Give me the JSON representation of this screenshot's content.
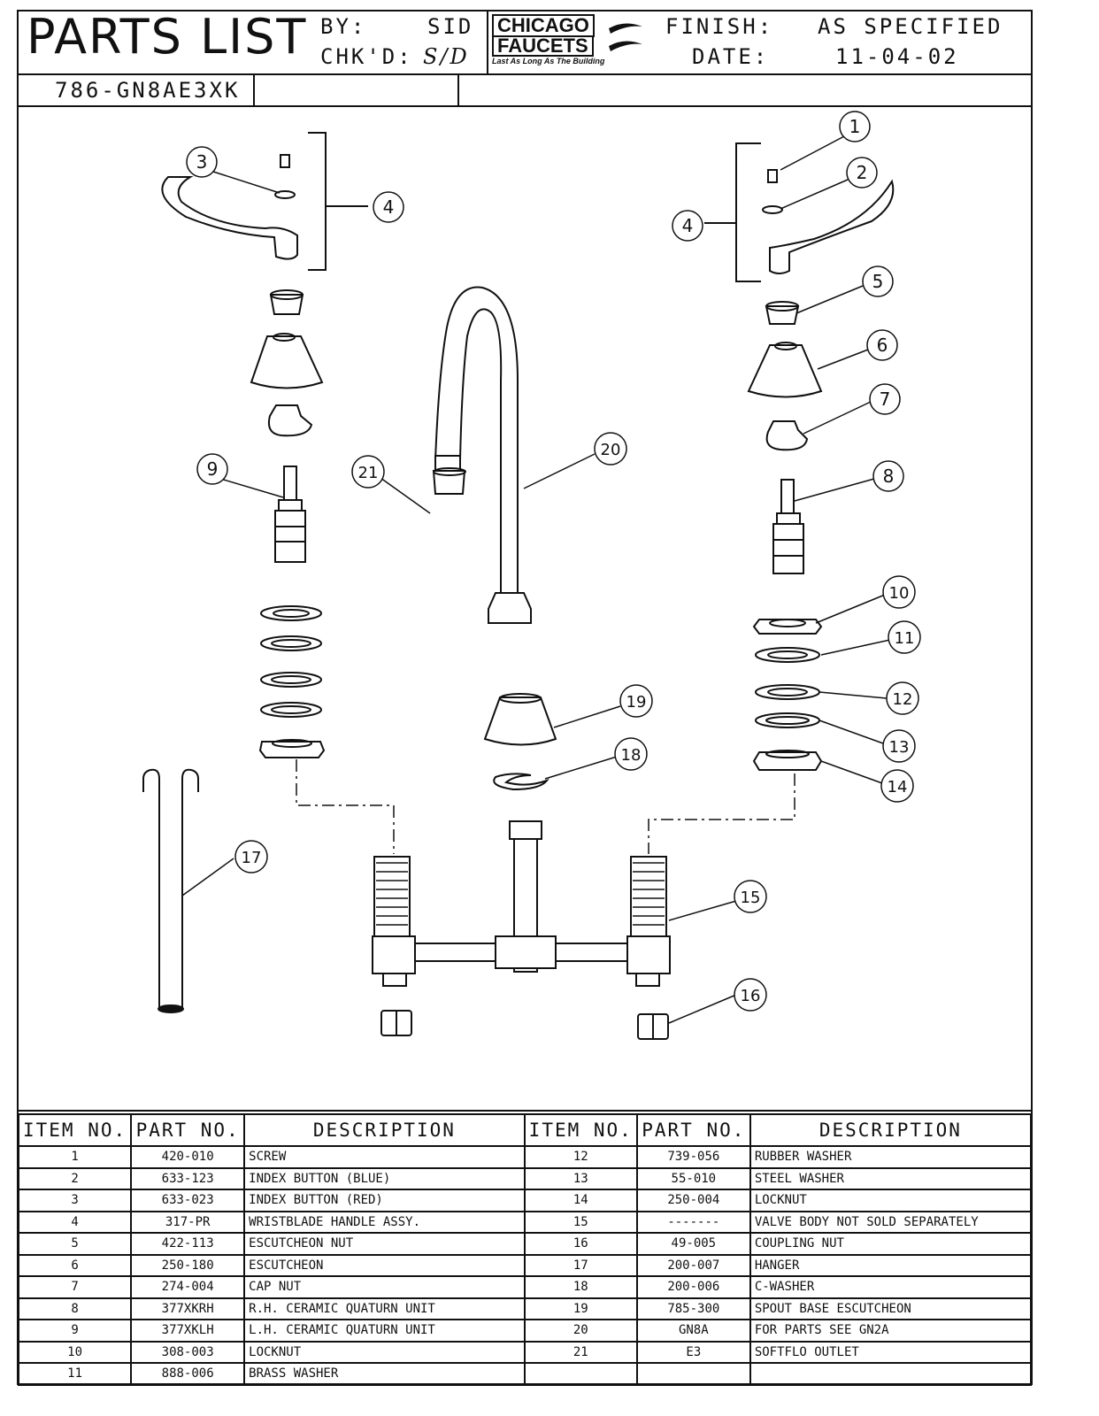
{
  "header": {
    "title": "PARTS LIST",
    "by_label": "BY:",
    "by_value": "SID",
    "chkd_label": "CHK'D:",
    "chkd_value": "S/D",
    "logo_line1": "CHICAGO",
    "logo_line2": "FAUCETS",
    "logo_tagline": "Last As Long As The Building",
    "finish_label": "FINISH:",
    "finish_value": "AS SPECIFIED",
    "date_label": "DATE:",
    "date_value": "11-04-02",
    "model": "786-GN8AE3XK"
  },
  "callouts": [
    "1",
    "2",
    "3",
    "4",
    "4",
    "5",
    "6",
    "7",
    "8",
    "9",
    "10",
    "11",
    "12",
    "13",
    "14",
    "15",
    "16",
    "17",
    "18",
    "19",
    "20",
    "21"
  ],
  "table": {
    "headers": [
      "ITEM NO.",
      "PART NO.",
      "DESCRIPTION",
      "ITEM NO.",
      "PART NO.",
      "DESCRIPTION"
    ],
    "left": [
      {
        "item": "1",
        "part": "420-010",
        "desc": "SCREW"
      },
      {
        "item": "2",
        "part": "633-123",
        "desc": "INDEX BUTTON (BLUE)"
      },
      {
        "item": "3",
        "part": "633-023",
        "desc": "INDEX BUTTON (RED)"
      },
      {
        "item": "4",
        "part": "317-PR",
        "desc": "WRISTBLADE HANDLE ASSY."
      },
      {
        "item": "5",
        "part": "422-113",
        "desc": "ESCUTCHEON NUT"
      },
      {
        "item": "6",
        "part": "250-180",
        "desc": "ESCUTCHEON"
      },
      {
        "item": "7",
        "part": "274-004",
        "desc": "CAP NUT"
      },
      {
        "item": "8",
        "part": "377XKRH",
        "desc": "R.H. CERAMIC QUATURN UNIT"
      },
      {
        "item": "9",
        "part": "377XKLH",
        "desc": "L.H. CERAMIC QUATURN UNIT"
      },
      {
        "item": "10",
        "part": "308-003",
        "desc": "LOCKNUT"
      },
      {
        "item": "11",
        "part": "888-006",
        "desc": "BRASS WASHER"
      }
    ],
    "right": [
      {
        "item": "12",
        "part": "739-056",
        "desc": "RUBBER WASHER"
      },
      {
        "item": "13",
        "part": "55-010",
        "desc": "STEEL WASHER"
      },
      {
        "item": "14",
        "part": "250-004",
        "desc": "LOCKNUT"
      },
      {
        "item": "15",
        "part": "-------",
        "desc": "VALVE BODY NOT SOLD SEPARATELY"
      },
      {
        "item": "16",
        "part": "49-005",
        "desc": "COUPLING NUT"
      },
      {
        "item": "17",
        "part": "200-007",
        "desc": "HANGER"
      },
      {
        "item": "18",
        "part": "200-006",
        "desc": "C-WASHER"
      },
      {
        "item": "19",
        "part": "785-300",
        "desc": "SPOUT BASE ESCUTCHEON"
      },
      {
        "item": "20",
        "part": "GN8A",
        "desc": "FOR PARTS SEE GN2A"
      },
      {
        "item": "21",
        "part": "E3",
        "desc": "SOFTFLO OUTLET"
      },
      {
        "item": "",
        "part": "",
        "desc": ""
      }
    ]
  }
}
